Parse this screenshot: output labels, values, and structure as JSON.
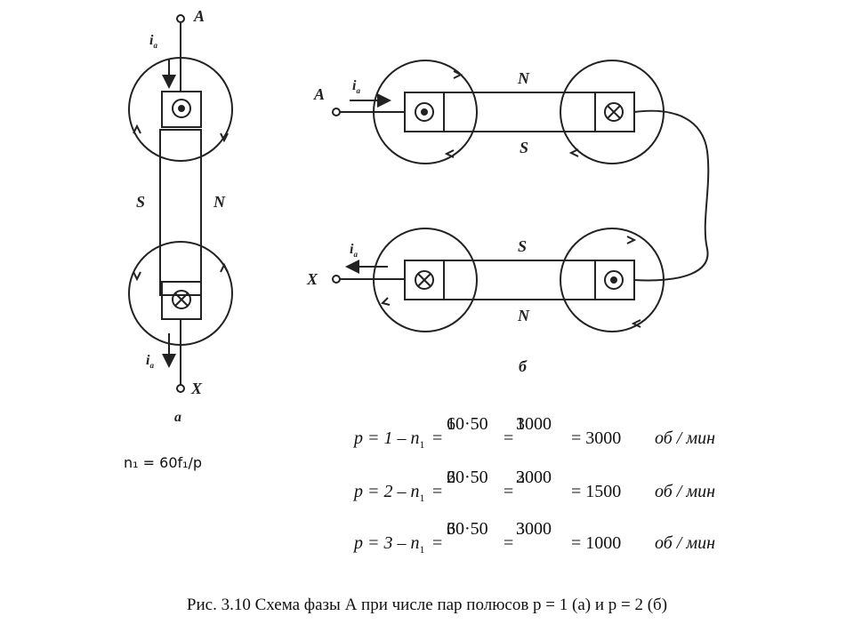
{
  "diagram_a": {
    "terminal_start": "A",
    "terminal_end": "X",
    "current_label": "i",
    "current_sub": "a",
    "pole_left": "S",
    "pole_right": "N",
    "sublabel": "а"
  },
  "diagram_b": {
    "terminal_start": "A",
    "terminal_end": "X",
    "current_label": "i",
    "current_sub": "a",
    "pole_top1": "N",
    "pole_bottom1": "S",
    "pole_top2": "S",
    "pole_bottom2": "N",
    "sublabel": "б"
  },
  "speed_formula": "n₁ = 60f₁/p",
  "formulas": [
    {
      "p": "p = 1 – n",
      "n_sub": "1",
      "eq": "=",
      "num1": "60·50",
      "den1": "1",
      "num2": "3000",
      "den2": "1",
      "result": "= 3000",
      "unit": "об / мин"
    },
    {
      "p": "p = 2 – n",
      "n_sub": "1",
      "eq": "=",
      "num1": "60·50",
      "den1": "2",
      "num2": "3000",
      "den2": "2",
      "result": "= 1500",
      "unit": "об / мин"
    },
    {
      "p": "p = 3 – n",
      "n_sub": "1",
      "eq": "=",
      "num1": "60·50",
      "den1": "3",
      "num2": "3000",
      "den2": "3",
      "result": "= 1000",
      "unit": "об / мин"
    }
  ],
  "caption": "Рис. 3.10 Схема фазы А при числе пар полюсов р = 1 (а) и р = 2 (б)"
}
